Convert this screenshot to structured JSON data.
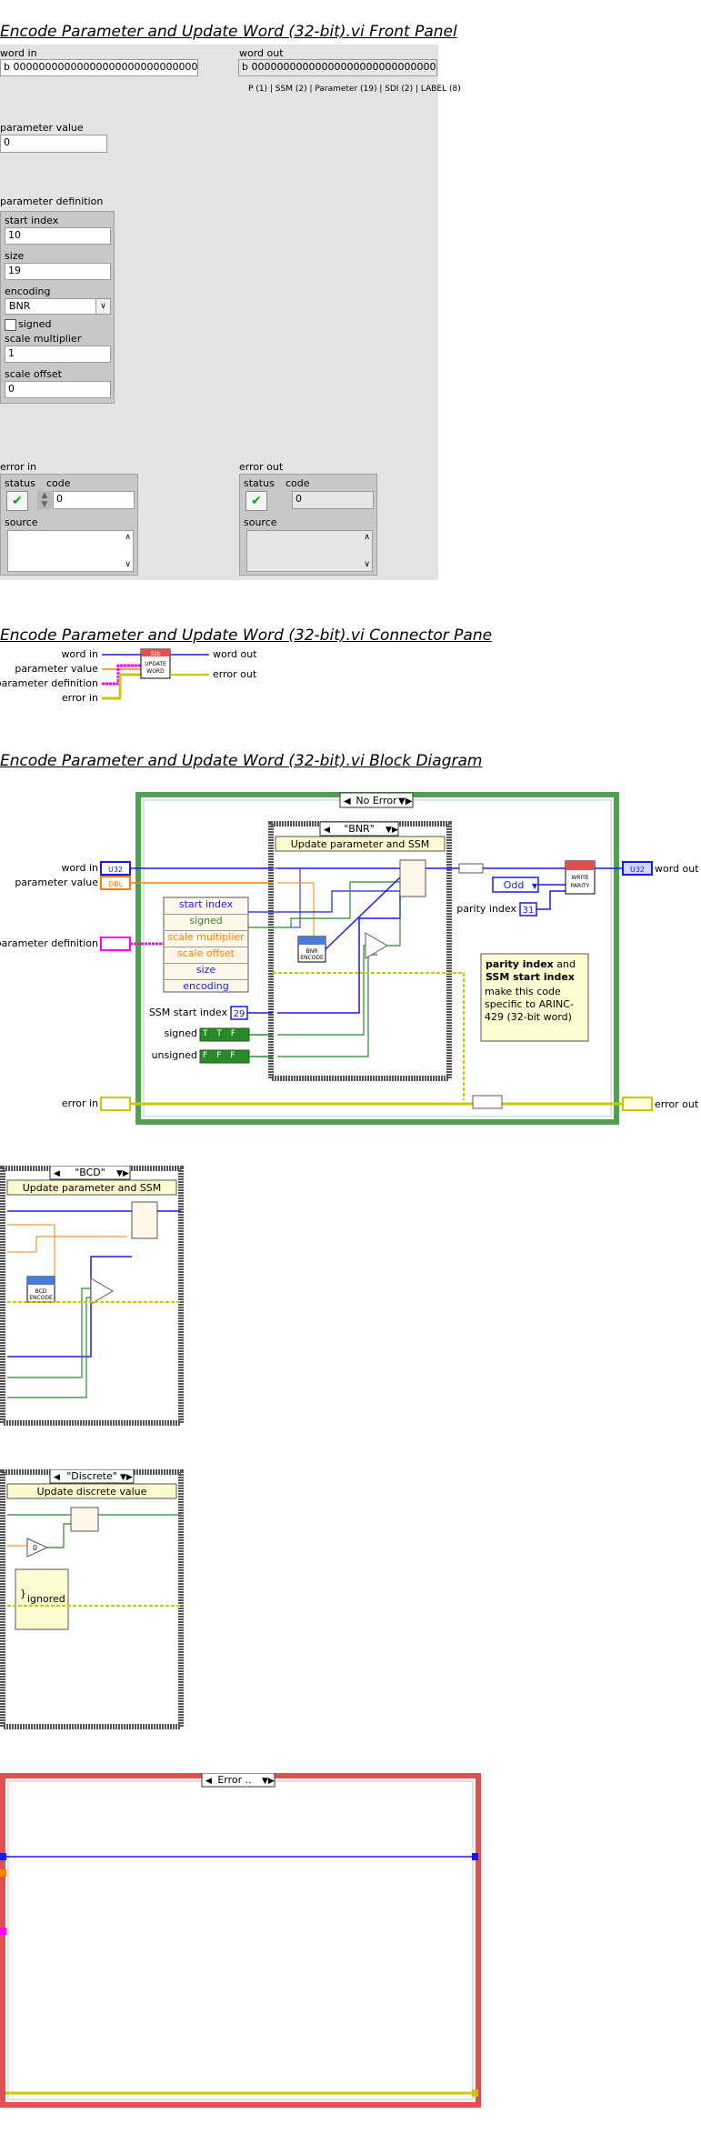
{
  "front_panel": {
    "title": "Encode Parameter and Update Word (32-bit).vi Front Panel",
    "word_in": {
      "label": "word in",
      "value": "b 00000000000000000000000000000000"
    },
    "word_out": {
      "label": "word out",
      "value": "b 00000000000000000000000000000000",
      "caption": "P (1) | SSM (2) | Parameter (19) | SDI (2) | LABEL (8)"
    },
    "parameter_value": {
      "label": "parameter value",
      "value": "0"
    },
    "parameter_definition": {
      "label": "parameter definition",
      "start_index_label": "start index",
      "start_index": "10",
      "size_label": "size",
      "size": "19",
      "encoding_label": "encoding",
      "encoding": "BNR",
      "signed_label": "signed",
      "scale_multiplier_label": "scale multiplier",
      "scale_multiplier": "1",
      "scale_offset_label": "scale offset",
      "scale_offset": "0"
    },
    "error_in": {
      "label": "error in",
      "status_label": "status",
      "code_label": "code",
      "code": "0",
      "source_label": "source"
    },
    "error_out": {
      "label": "error out",
      "status_label": "status",
      "code_label": "code",
      "code": "0",
      "source_label": "source"
    }
  },
  "connector_pane": {
    "title": "Encode Parameter and Update Word (32-bit).vi Connector Pane",
    "inputs": [
      "word in",
      "parameter value",
      "parameter definition",
      "error in"
    ],
    "outputs": [
      "word out",
      "error out"
    ],
    "icon_text": [
      "32b",
      "UPDATE",
      "WORD"
    ]
  },
  "block_diagram": {
    "title": "Encode Parameter and Update Word (32-bit).vi Block Diagram",
    "error_case": "No Error",
    "encoding_case": "\"BNR\"",
    "seq_title": "Update parameter and SSM",
    "terminals": {
      "word_in": "word in",
      "word_in_type": "U32",
      "parameter_value": "parameter value",
      "parameter_value_type": "DBL",
      "parameter_definition": "parameter definition",
      "error_in": "error in",
      "word_out": "word out",
      "word_out_type": "U32",
      "error_out": "error out"
    },
    "unbundle_fields": [
      "start index",
      "signed",
      "scale multiplier",
      "scale offset",
      "size",
      "encoding"
    ],
    "ssm_start_index_label": "SSM start index",
    "ssm_start_index": "29",
    "signed_label": "signed",
    "signed_bits": [
      "T",
      "T",
      "F"
    ],
    "unsigned_label": "unsigned",
    "unsigned_bits": [
      "F",
      "F",
      "F"
    ],
    "bnr_encode": [
      "BNR",
      "ENCODE"
    ],
    "parity_enum": "Odd",
    "parity_index_label": "parity index",
    "parity_index": "31",
    "write_parity": [
      "WRITE",
      "PARITY"
    ],
    "comment_bold_1": "parity index",
    "comment_mid": " and",
    "comment_bold_2": "SSM start index",
    "comment_rest": "make this code specific to ARINC-429 (32-bit word)"
  },
  "bcd_case": {
    "case_label": "\"BCD\"",
    "seq_title": "Update parameter and SSM",
    "bcd_encode": [
      "BCD",
      "ENCODE"
    ]
  },
  "discrete_case": {
    "case_label": "\"Discrete\"",
    "seq_title": "Update discrete value",
    "constant": "0",
    "ignored": "ignored"
  },
  "error_case": {
    "case_label": "Error .."
  },
  "colors": {
    "u32_blue": "#1a1ae6",
    "dbl_orange": "#ff7f00",
    "bool_green": "#2a8a2a",
    "cluster_pink": "#ff00ff",
    "error_yellow": "#c8c800",
    "frame_green": "#4fa04f",
    "frame_red": "#e05050",
    "panel_gray": "#e3e3e3"
  }
}
